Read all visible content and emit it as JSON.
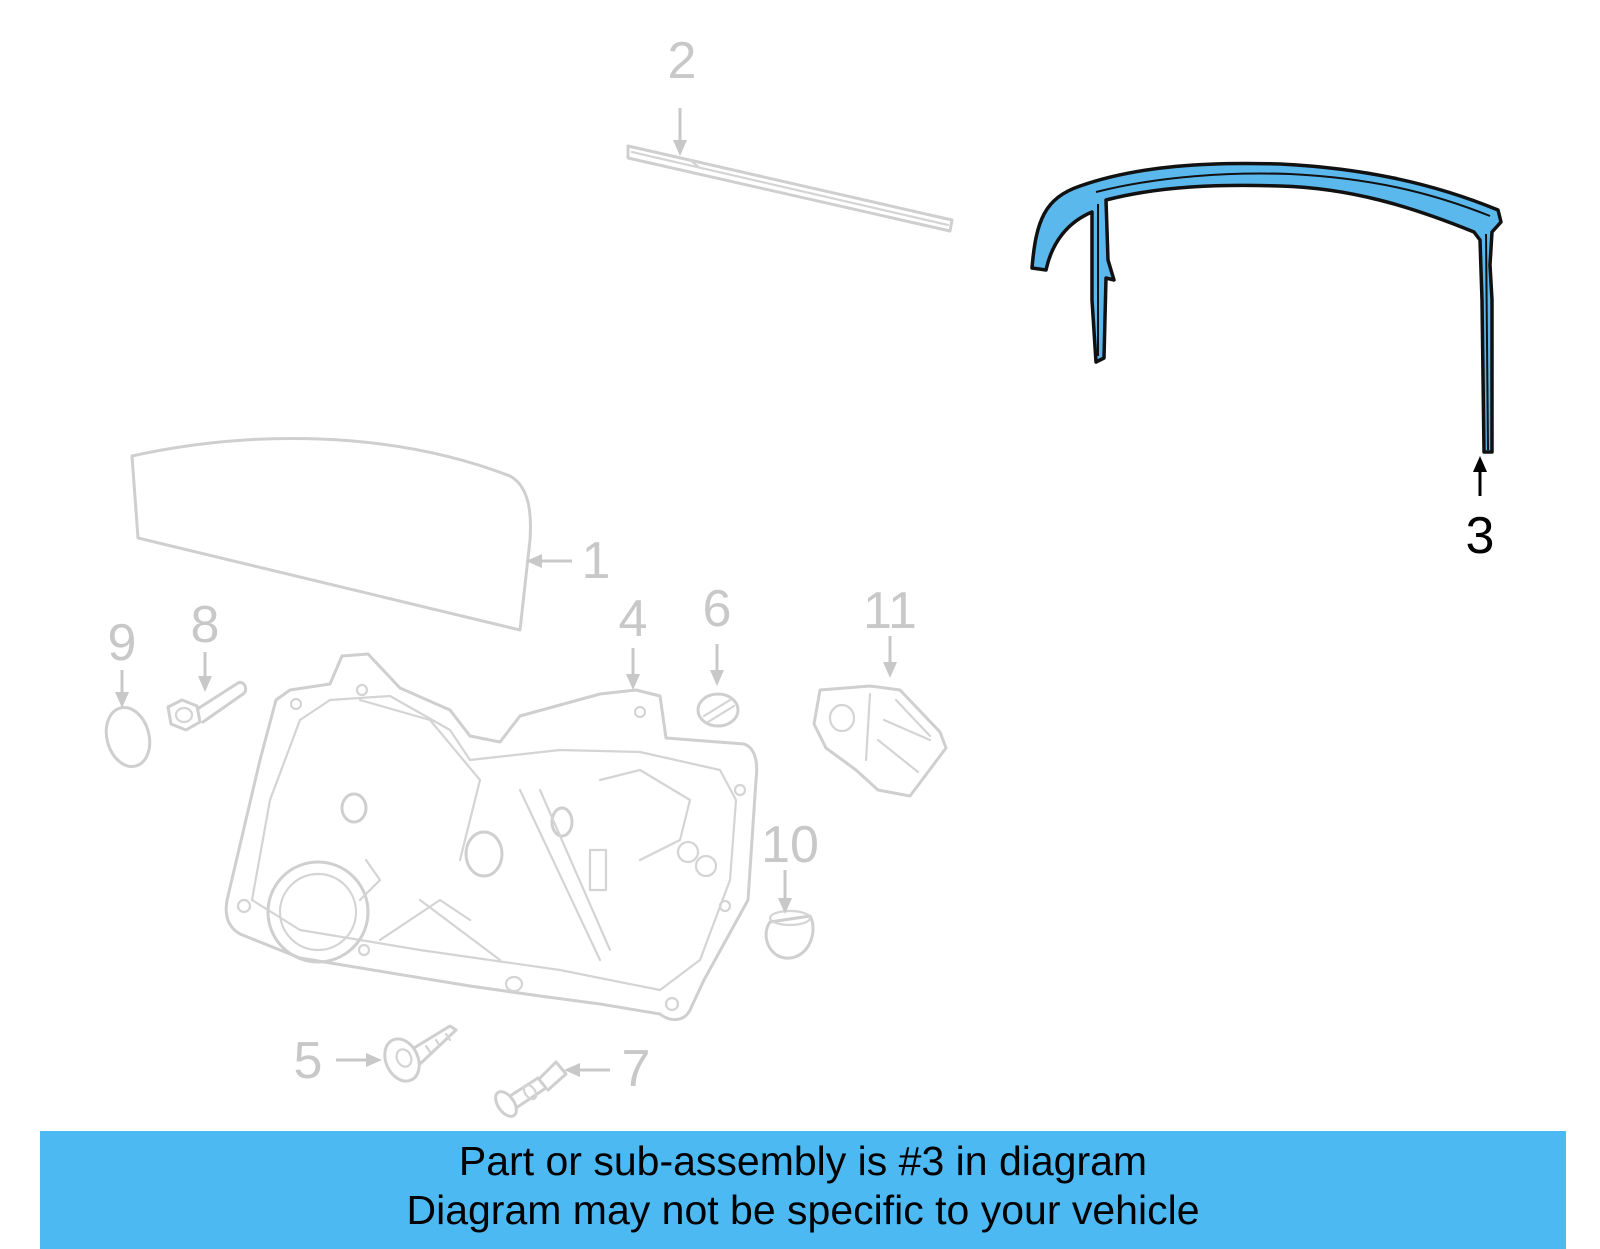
{
  "callouts": [
    {
      "id": "1",
      "label": "1",
      "highlighted": false
    },
    {
      "id": "2",
      "label": "2",
      "highlighted": false
    },
    {
      "id": "3",
      "label": "3",
      "highlighted": true
    },
    {
      "id": "4",
      "label": "4",
      "highlighted": false
    },
    {
      "id": "5",
      "label": "5",
      "highlighted": false
    },
    {
      "id": "6",
      "label": "6",
      "highlighted": false
    },
    {
      "id": "7",
      "label": "7",
      "highlighted": false
    },
    {
      "id": "8",
      "label": "8",
      "highlighted": false
    },
    {
      "id": "9",
      "label": "9",
      "highlighted": false
    },
    {
      "id": "10",
      "label": "10",
      "highlighted": false
    },
    {
      "id": "11",
      "label": "11",
      "highlighted": false
    }
  ],
  "banner": {
    "line1": "Part or sub-assembly is #3 in diagram",
    "line2": "Diagram may not be specific to your vehicle"
  },
  "colors": {
    "highlight": "#5bb8ec",
    "banner": "#4cb9f2",
    "ghost": "#cfcfcf"
  }
}
